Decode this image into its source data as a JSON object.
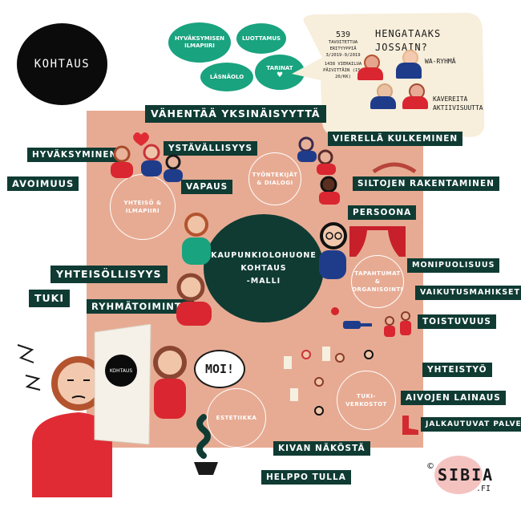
{
  "logo": {
    "text": "KOHTAUS"
  },
  "bubbles": {
    "b1": "HYVÄKSYMISEN ILMAPIIRI",
    "b2": "LUOTTAMUS",
    "b3": "LÄSNÄOLO",
    "b4": "TARINAT"
  },
  "stats": {
    "count": "539",
    "label": "TAVOITETTUA ERITYYPPIÄ",
    "dates": "3/2019-9/2019",
    "visits": "1438 VIERAILUA PÄIVITTÄIN (15-20/KK)"
  },
  "cloud": {
    "question": "HENGATAAKS JOSSAIN?",
    "group": "WA-RYHMÄ",
    "friends": "KAVEREITA AKTIIVISUUTTA"
  },
  "top_banner": "VÄHENTÄÄ YKSINÄISYYTTÄ",
  "center": {
    "line1": "KAUPUNKIOLOHUONE",
    "line2": "KOHTAUS",
    "line3": "-MALLI"
  },
  "circles": {
    "community": "YHTEISÖ & ILMAPIIRI",
    "workers": "TYÖNTEKIJÄT & DIALOGI",
    "events": "TAPAHTUMAT & ORGANISOINTI",
    "aesthetics": "ESTETIIKKA",
    "support": "TUKI-VERKOSTOT"
  },
  "tags": {
    "acceptance": "HYVÄKSYMINEN",
    "openness": "AVOIMUUS",
    "friendliness": "YSTÄVÄLLISYYS",
    "freedom": "VAPAUS",
    "walking": "VIERELLÄ KULKEMINEN",
    "bridges": "SILTOJEN RAKENTAMINEN",
    "person": "PERSOONA",
    "versatility": "MONIPUOLISUUS",
    "influence": "VAIKUTUSMAHIKSET",
    "repeat": "TOISTUVUUS",
    "togetherness": "YHTEISÖLLISYYS",
    "support": "TUKI",
    "group": "RYHMÄTOIMINTA",
    "cooperation": "YHTEISTYÖ",
    "lending": "AIVOJEN LAINAUS",
    "services": "JALKAUTUVAT PALVELUT",
    "pretty": "KIVAN NÄKÖSTÄ",
    "easy": "HELPPO TULLA"
  },
  "door_sign": "KOHTAUS",
  "speech": "MOI!",
  "brand": {
    "copyright": "©",
    "name": "SIBIA",
    "suffix": ".fi"
  },
  "colors": {
    "square": "#e7ab93",
    "dark_green": "#0f3b33",
    "bubble_green": "#19a37f",
    "cloud": "#f7eedb",
    "red": "#e02b35"
  }
}
